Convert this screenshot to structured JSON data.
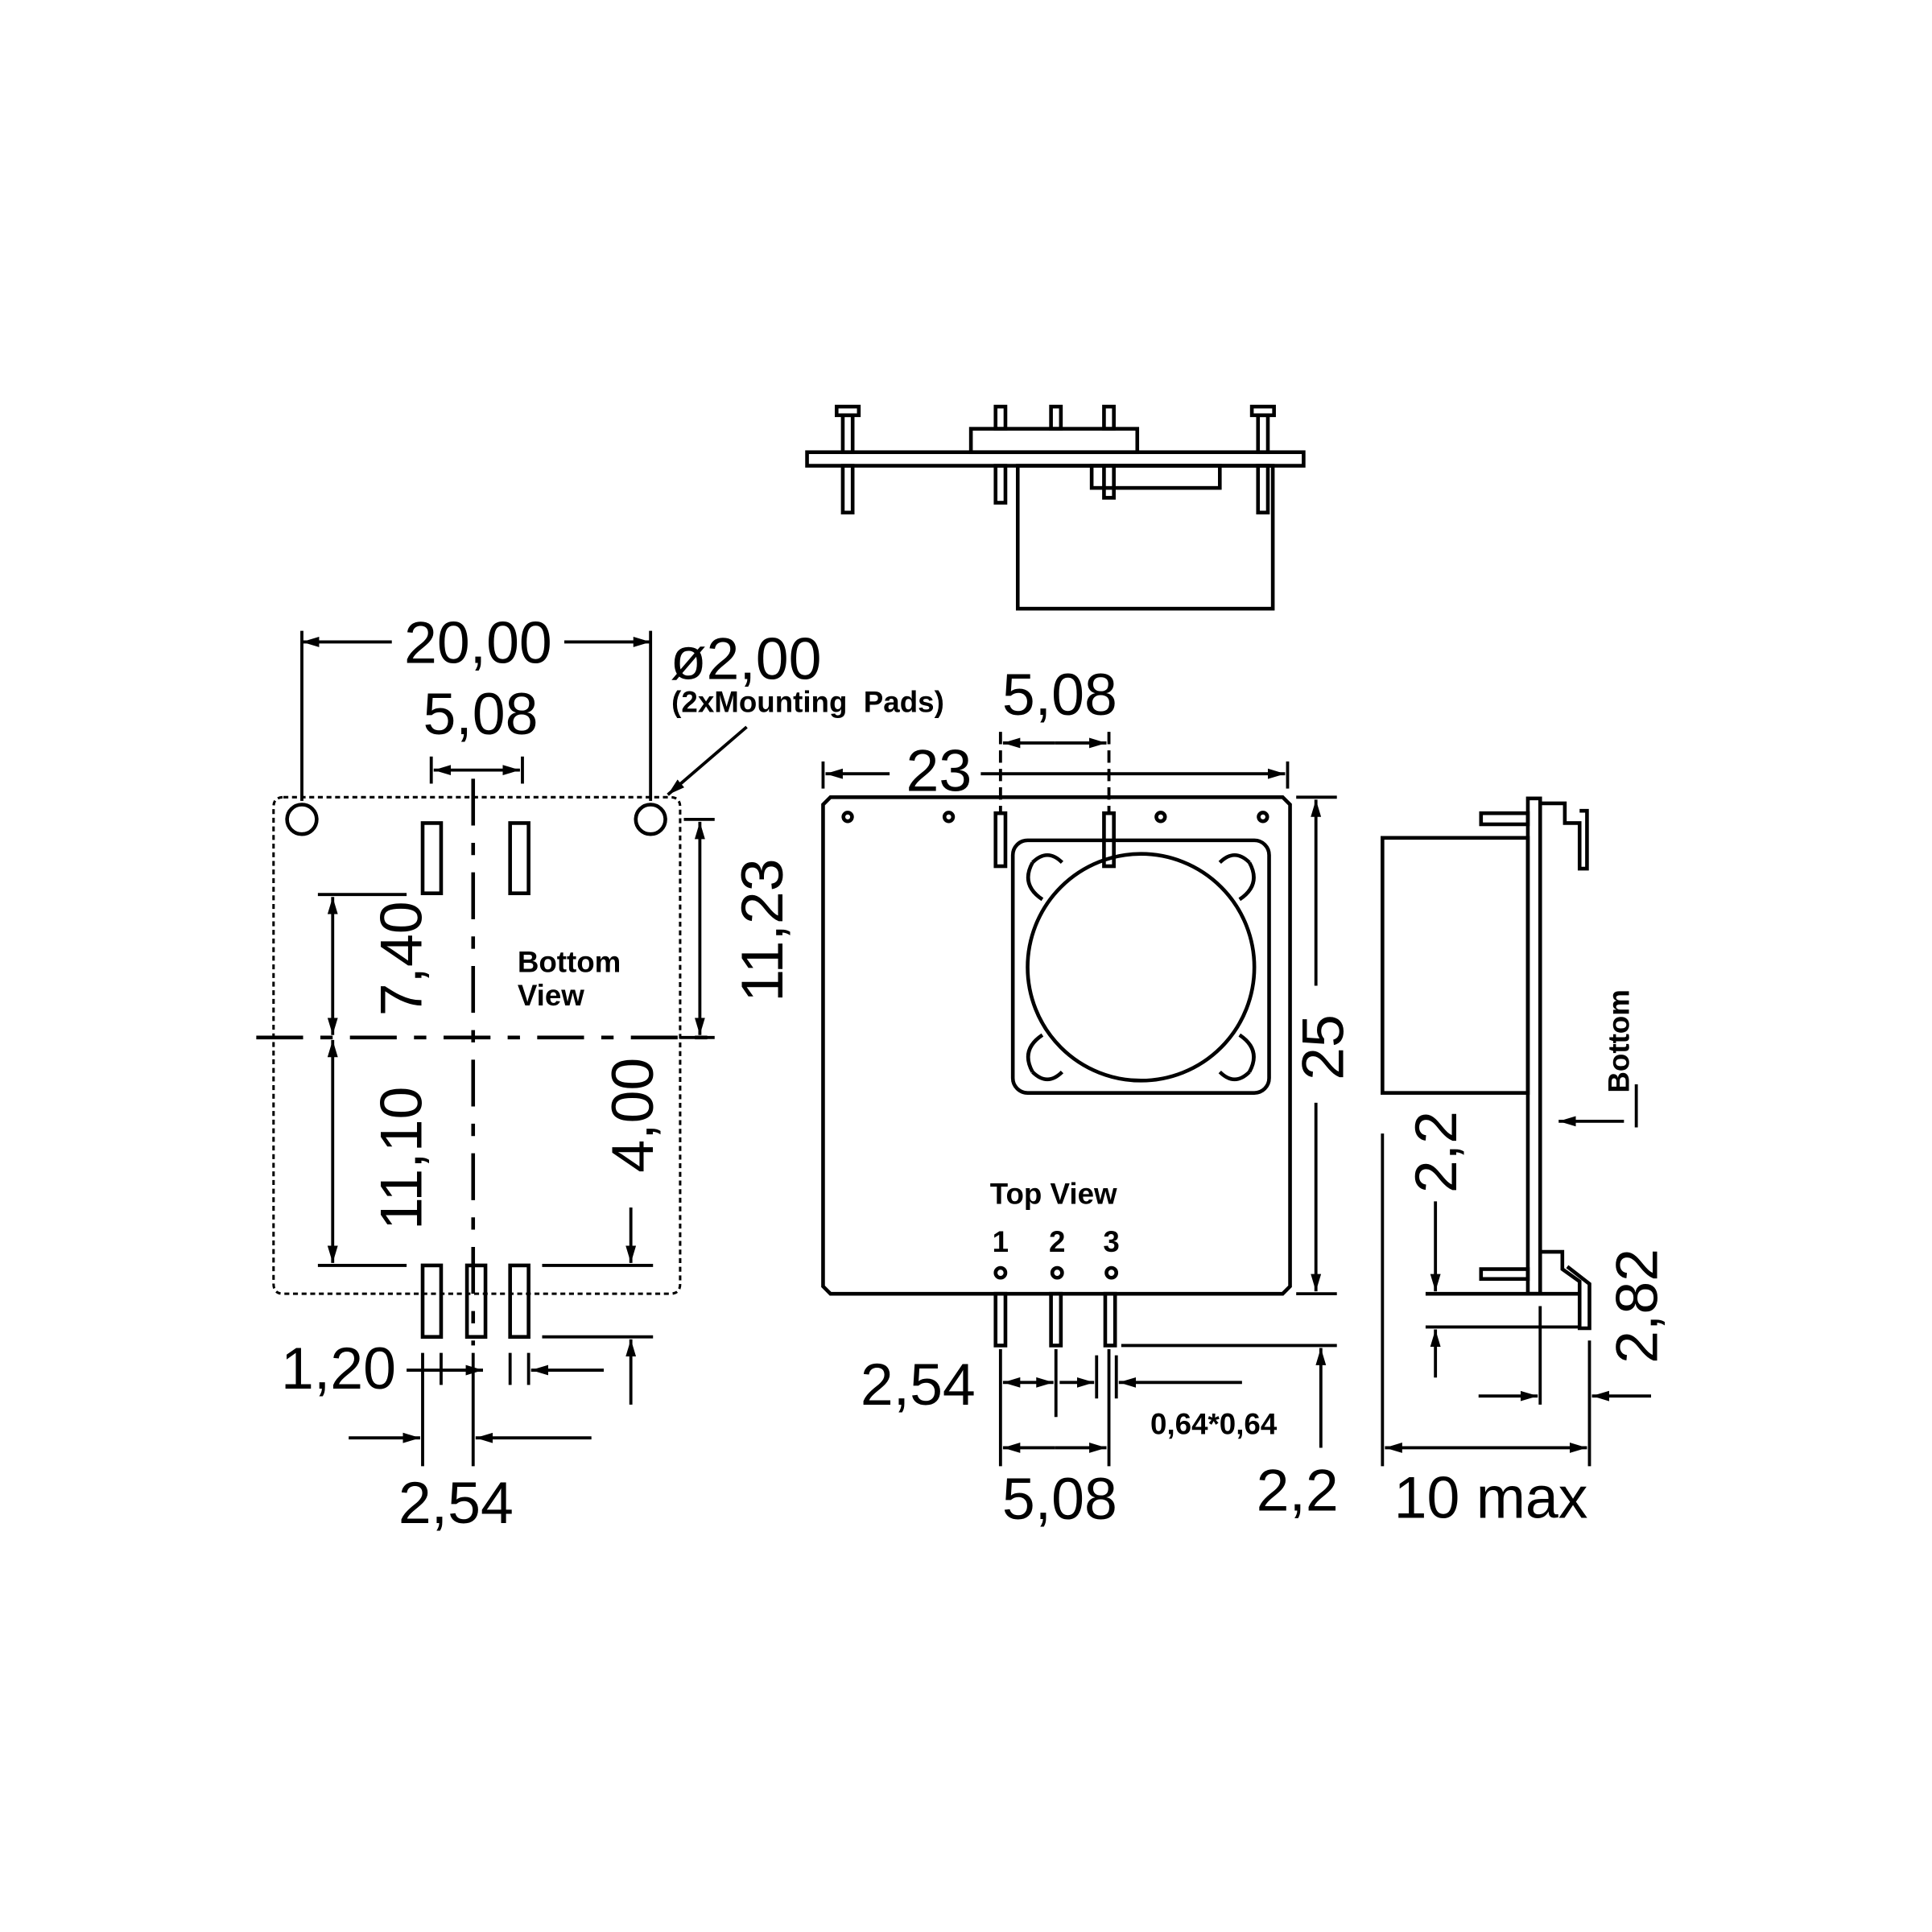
{
  "drawing": {
    "side_view_top": {},
    "bottom_view": {
      "label_line1": "Bottom",
      "label_line2": "View",
      "dim_width": "20,00",
      "dim_pad_pitch_top": "5,08",
      "dim_hole": "ø2,00",
      "hole_note": "(2xMounting  Pads)",
      "dim_11_23": "11,23",
      "dim_7_40": "7,40",
      "dim_11_10": "11,10",
      "dim_4_00": "4,00",
      "dim_pad_width": "1,20",
      "dim_pad_pitch_bottom": "2,54"
    },
    "top_view": {
      "label": "Top View",
      "pin_numbers": [
        "1",
        "2",
        "3"
      ],
      "dim_width": "23",
      "dim_pitch_top": "5,08",
      "dim_height": "25",
      "dim_pin_pitch": "2,54",
      "dim_pin_span": "5,08",
      "dim_pin_size": "0,64*0,64",
      "dim_pin_length": "2,2"
    },
    "side_view": {
      "label_bottom": "Bottom",
      "dim_2_2": "2,2",
      "dim_2_82": "2,82",
      "dim_depth": "10 max"
    }
  }
}
